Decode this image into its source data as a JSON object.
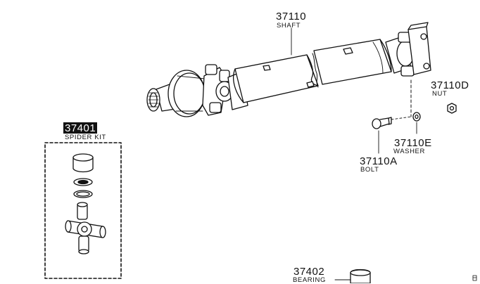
{
  "parts": {
    "shaft": {
      "number": "37110",
      "name": "SHAFT"
    },
    "nut": {
      "number": "37110D",
      "name": "NUT"
    },
    "washer": {
      "number": "37110E",
      "name": "WASHER"
    },
    "bolt": {
      "number": "37110A",
      "name": "BOLT"
    },
    "spider": {
      "number": "37401",
      "name": "SPIDER KIT"
    },
    "bearing": {
      "number": "37402",
      "name": "BEARING"
    }
  },
  "colors": {
    "ink": "#111111",
    "background": "#ffffff"
  }
}
